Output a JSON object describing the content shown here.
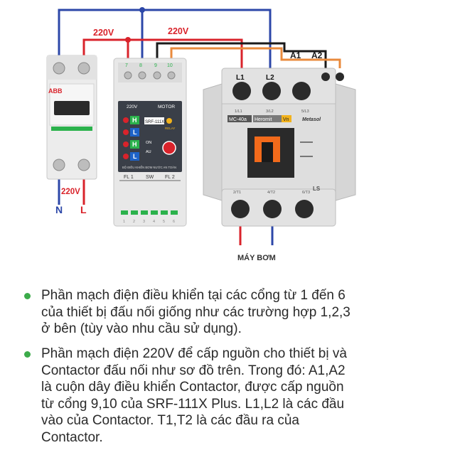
{
  "diagram": {
    "wire_labels": {
      "voltage_top_left": "220V",
      "voltage_top_right": "220V",
      "voltage_bottom": "220V",
      "coil_a1": "A1",
      "coil_a2": "A2"
    },
    "breaker": {
      "brand": "ABB",
      "terminal_n": "N",
      "terminal_l": "L"
    },
    "controller": {
      "top_terminals": [
        "7",
        "8",
        "9",
        "10"
      ],
      "section_left": "220V",
      "section_right": "MOTOR",
      "model": "SRF-111X+",
      "relay": "RELAY",
      "leds": [
        "H",
        "L",
        "H",
        "L"
      ],
      "led_colors": [
        "#2bb24c",
        "#1e63c8",
        "#2bb24c",
        "#1e63c8"
      ],
      "on_label": "ON",
      "au_label": "AU",
      "caption": "BỘ ĐIỀU KHIỂN BƠM NƯỚC AN TOÀN",
      "bottom_labels": [
        "FL 1",
        "SW",
        "FL 2"
      ],
      "bottom_numbers": [
        "1",
        "2",
        "3",
        "4",
        "5",
        "6"
      ]
    },
    "contactor": {
      "top_labels": [
        "L1",
        "L2"
      ],
      "pole_labels": [
        "1/L1",
        "3/L2",
        "5/L3"
      ],
      "model": "MC-40a",
      "brand_a": "Heromit",
      "brand_b": "Vn",
      "brand_c": "Metasol",
      "bottom_labels": [
        "2/T1",
        "4/T2",
        "6/T3"
      ],
      "ls_logo": "LS"
    },
    "pump_label": "MÁY BƠM",
    "colors": {
      "blue_wire": "#2c47a8",
      "red_wire": "#d9232b",
      "black_wire": "#1a1a1a",
      "orange_wire": "#e98a3c",
      "bullet": "#3cab4a"
    }
  },
  "notes": [
    {
      "text": "Phần mạch điện điều khiển tại các cổng từ 1 đến 6\ncủa thiết bị đấu nối giống như các trường hợp 1,2,3\nở bên (tùy vào nhu cầu sử dụng)."
    },
    {
      "text": "Phần mạch điện 220V để cấp nguồn cho thiết bị và\nContactor đấu nối như sơ đồ trên. Trong đó: A1,A2\nlà cuộn dây điều khiển Contactor, được cấp nguồn\ntừ cổng 9,10 của SRF-111X Plus. L1,L2 là các đầu\nvào của Contactor. T1,T2 là các đầu ra của\nContactor."
    }
  ]
}
